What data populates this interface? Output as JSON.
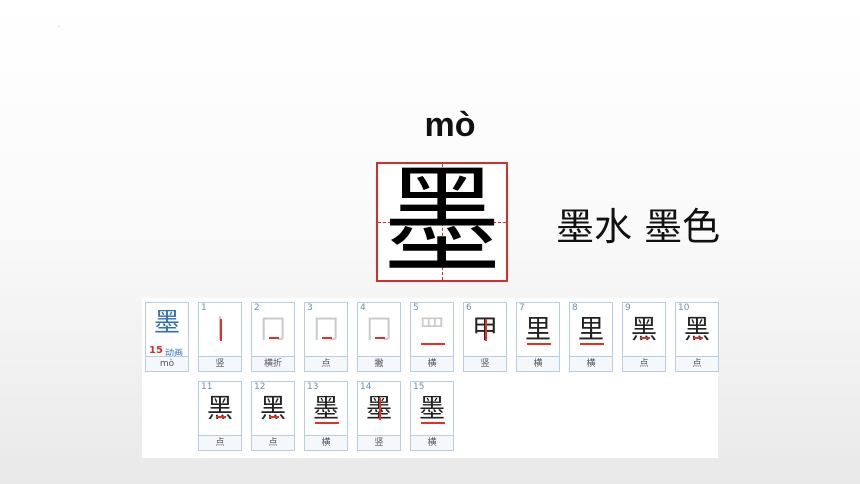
{
  "slide": {
    "pinyin": "mò",
    "character": "墨",
    "words": "墨水 墨色",
    "corner_mark": "·"
  },
  "stroke_order": {
    "summary": {
      "character": "墨",
      "count": "15",
      "anim_label": "动画",
      "pinyin": "mò"
    },
    "strokes": [
      {
        "num": "1",
        "name": "竖",
        "glyph": "丨"
      },
      {
        "num": "2",
        "name": "横折",
        "glyph": "冂"
      },
      {
        "num": "3",
        "name": "点",
        "glyph": "冂"
      },
      {
        "num": "4",
        "name": "撇",
        "glyph": "冂"
      },
      {
        "num": "5",
        "name": "横",
        "glyph": "罒"
      },
      {
        "num": "6",
        "name": "竖",
        "glyph": "甲"
      },
      {
        "num": "7",
        "name": "横",
        "glyph": "里"
      },
      {
        "num": "8",
        "name": "横",
        "glyph": "里"
      },
      {
        "num": "9",
        "name": "点",
        "glyph": "黑"
      },
      {
        "num": "10",
        "name": "点",
        "glyph": "黑"
      },
      {
        "num": "11",
        "name": "点",
        "glyph": "黑"
      },
      {
        "num": "12",
        "name": "点",
        "glyph": "黑"
      },
      {
        "num": "13",
        "name": "横",
        "glyph": "墨"
      },
      {
        "num": "14",
        "name": "竖",
        "glyph": "墨"
      },
      {
        "num": "15",
        "name": "横",
        "glyph": "墨"
      }
    ]
  },
  "colors": {
    "accent_red": "#d0312d",
    "frame_blue": "#b9cde0",
    "link_blue": "#2f6fb0"
  }
}
